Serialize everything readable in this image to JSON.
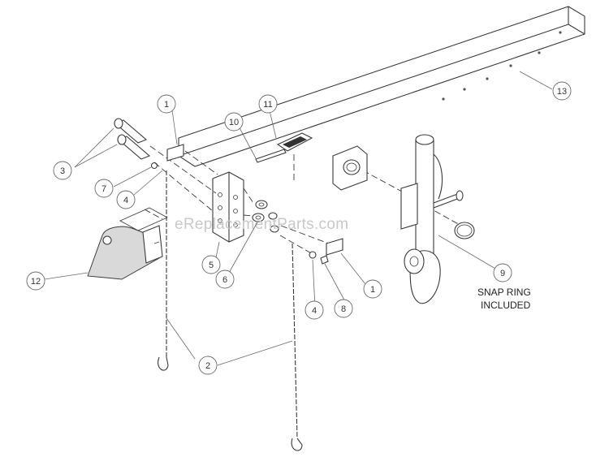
{
  "callouts": [
    {
      "id": "c1a",
      "label": "1"
    },
    {
      "id": "c1b",
      "label": "1"
    },
    {
      "id": "c2",
      "label": "2"
    },
    {
      "id": "c3",
      "label": "3"
    },
    {
      "id": "c4a",
      "label": "4"
    },
    {
      "id": "c4b",
      "label": "4"
    },
    {
      "id": "c5",
      "label": "5"
    },
    {
      "id": "c6",
      "label": "6"
    },
    {
      "id": "c7",
      "label": "7"
    },
    {
      "id": "c8",
      "label": "8"
    },
    {
      "id": "c9",
      "label": "9"
    },
    {
      "id": "c10",
      "label": "10"
    },
    {
      "id": "c11",
      "label": "11"
    },
    {
      "id": "c12",
      "label": "12"
    },
    {
      "id": "c13",
      "label": "13"
    }
  ],
  "note": {
    "line1": "SNAP RING",
    "line2": "INCLUDED"
  },
  "watermark": "eReplacementParts.com"
}
